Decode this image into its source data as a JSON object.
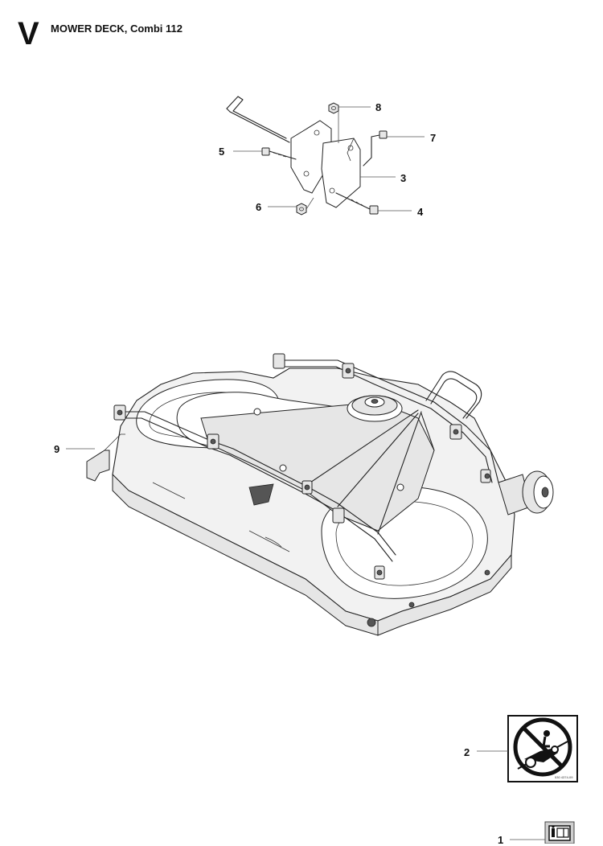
{
  "header": {
    "section_letter": "V",
    "title": "MOWER DECK, Combi 112"
  },
  "callouts": [
    {
      "id": "c8",
      "label": "8"
    },
    {
      "id": "c7",
      "label": "7"
    },
    {
      "id": "c5",
      "label": "5"
    },
    {
      "id": "c3",
      "label": "3"
    },
    {
      "id": "c6",
      "label": "6"
    },
    {
      "id": "c4",
      "label": "4"
    },
    {
      "id": "c9",
      "label": "9"
    },
    {
      "id": "c2",
      "label": "2"
    },
    {
      "id": "c1",
      "label": "1"
    }
  ],
  "warning_sign": {
    "icon": "no-riding-on-slope-icon",
    "code": "530 4374-09"
  },
  "manual_icon": {
    "icon": "info-manual-icon"
  }
}
